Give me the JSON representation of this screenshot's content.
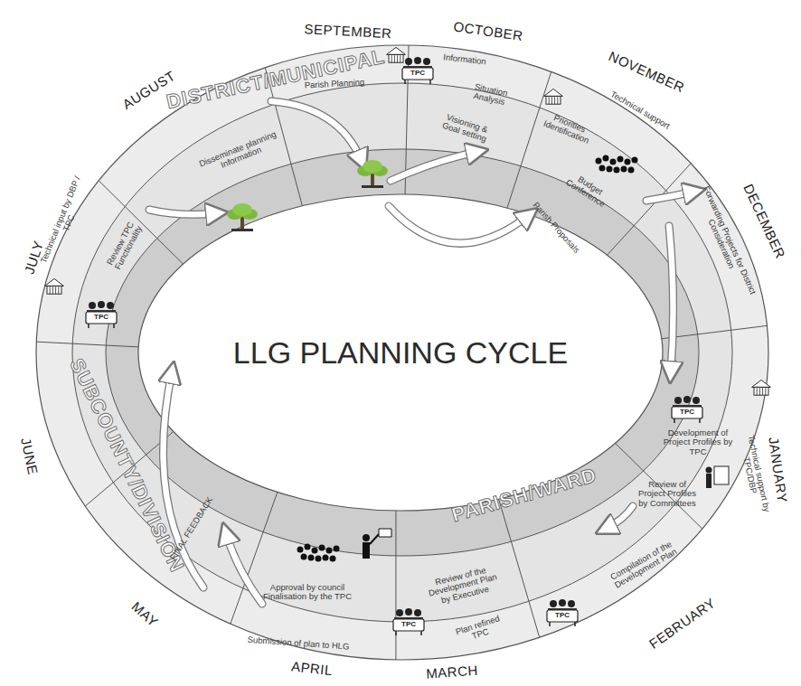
{
  "diagram": {
    "title": "LLG PLANNING CYCLE",
    "labels": [
      "SEPTEMBER",
      "OCTOBER",
      "NOVEMBER",
      "DECEMBER",
      "JANUARY",
      "FEBRUARY",
      "MARCH",
      "APRIL",
      "MAY",
      "JUNE",
      "JULY",
      "AUGUST",
      "DISTRICT/MUNICIPAL",
      "SUBCOUNTY/DIVISION",
      "PARISH/WARD",
      "Information",
      "Situation Analysis",
      "Visioning & Goal setting",
      "Parish Planning",
      "Disseminate planning Information",
      "Review TPC Functionality",
      "Technical input by DBP / TPC",
      "Priorities Identification",
      "Technical support",
      "Budget Conference",
      "Parish Proposals",
      "Forwarding Projects for District Consideration",
      "Development of Project Profiles by TPC",
      "Review of Project Profiles by Committees",
      "Technical support by TPC/DBP",
      "Compilation of the Development Plan",
      "Review of the Development Plan by Executive",
      "Plan refined TPC",
      "Approval by council Finalisation by the TPC",
      "Submission of plan to HLG",
      "FINAL FEEDBACK",
      "TPC",
      "TPC",
      "TPC",
      "TPC",
      "TPC"
    ]
  }
}
